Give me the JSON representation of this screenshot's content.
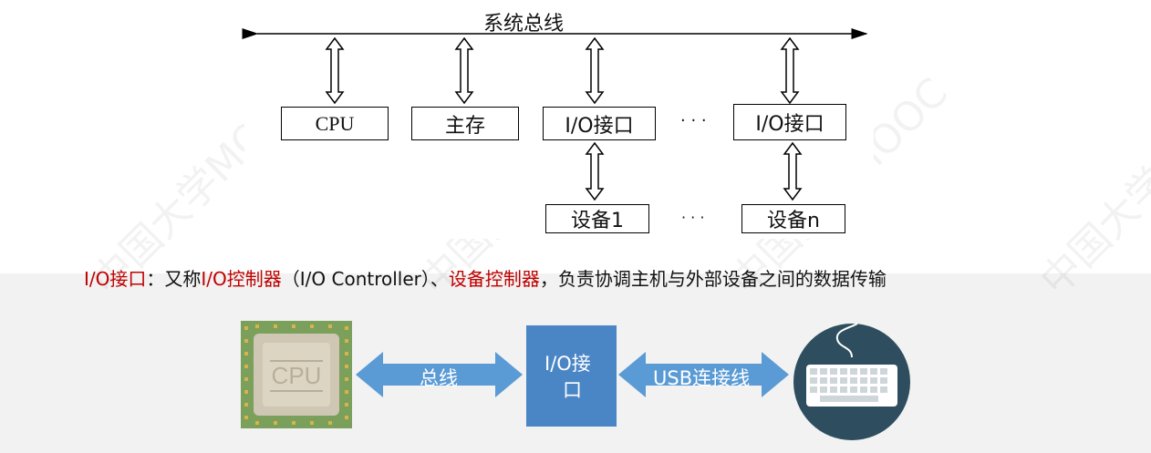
{
  "top_diagram": {
    "bus_label": "系统总线",
    "boxes": {
      "cpu": "CPU",
      "main_memory": "主存",
      "io_interface_1": "I/O接口",
      "io_interface_n": "I/O接口",
      "device_1": "设备1",
      "device_n": "设备n"
    },
    "ellipsis_top": "· · ·",
    "ellipsis_bottom": "· · ·"
  },
  "definition": {
    "term": "I/O接口",
    "colon": "：又称",
    "alias1": "I/O控制器",
    "paren": "（I/O Controller）、",
    "alias2": "设备控制器",
    "rest": "，负责协调主机与外部设备之间的数据传输"
  },
  "bottom_diagram": {
    "cpu_chip_label": "CPU",
    "bus_arrow_label": "总线",
    "io_box_label_line1": "I/O接",
    "io_box_label_line2": "口",
    "usb_arrow_label": "USB连接线"
  },
  "watermark_text": "中国大学MOOC",
  "colors": {
    "highlight_red": "#c00000",
    "io_box_blue": "#4a86c5",
    "arrow_blue": "#5b9bd5",
    "keyboard_circle": "#2e4e5f",
    "chip_green": "#7ba05b",
    "chip_inner": "#d7cfc0"
  }
}
